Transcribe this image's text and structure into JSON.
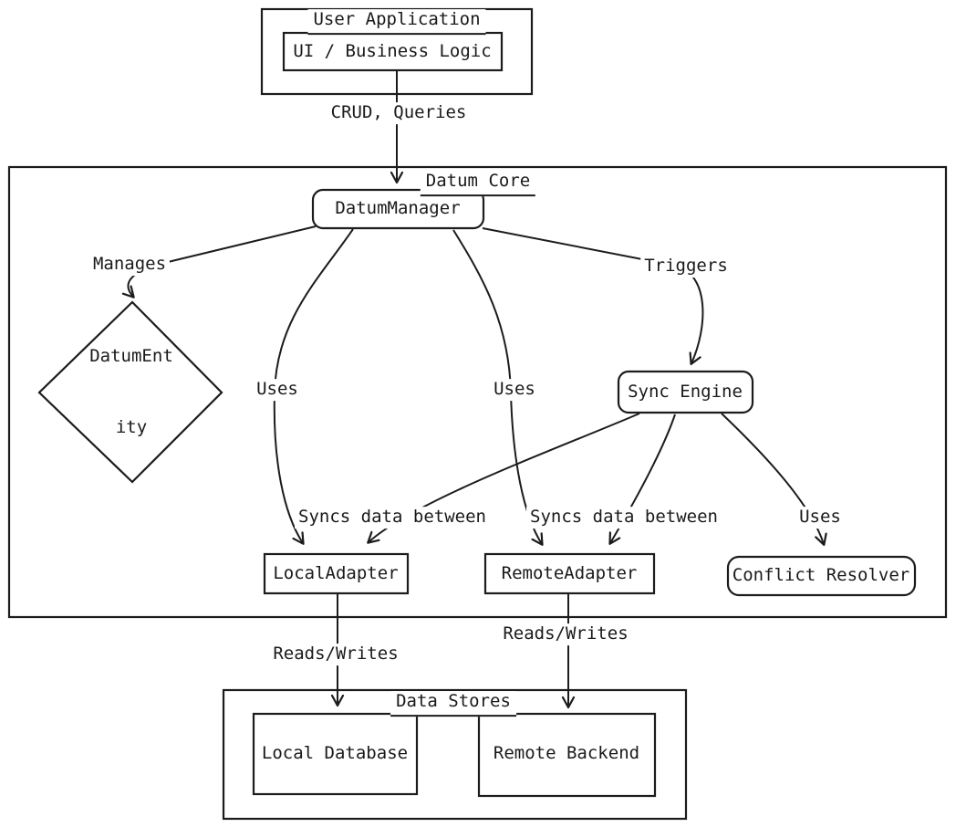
{
  "colors": {
    "stroke": "#1c1c1c",
    "text": "#1a1a1a",
    "node_fill": "#ffffff"
  },
  "containers": {
    "user_application": {
      "title": "User Application"
    },
    "datum_core": {
      "title": "Datum Core"
    },
    "data_stores": {
      "title": "Data Stores"
    }
  },
  "nodes": {
    "ui_business_logic": {
      "label": "UI / Business Logic",
      "shape": "rect"
    },
    "datum_manager": {
      "label": "DatumManager",
      "shape": "rounded"
    },
    "datum_entity": {
      "label": "DatumEntity",
      "line1": "DatumEnt",
      "line2": "ity",
      "shape": "diamond"
    },
    "sync_engine": {
      "label": "Sync Engine",
      "shape": "rounded"
    },
    "local_adapter": {
      "label": "LocalAdapter",
      "shape": "rect"
    },
    "remote_adapter": {
      "label": "RemoteAdapter",
      "shape": "rect"
    },
    "conflict_resolver": {
      "label": "Conflict Resolver",
      "shape": "rounded"
    },
    "local_database": {
      "label": "Local Database",
      "shape": "rect"
    },
    "remote_backend": {
      "label": "Remote Backend",
      "shape": "rect"
    }
  },
  "edges": [
    {
      "from": "ui_business_logic",
      "to": "datum_manager",
      "label": "CRUD, Queries"
    },
    {
      "from": "datum_manager",
      "to": "datum_entity",
      "label": "Manages"
    },
    {
      "from": "datum_manager",
      "to": "local_adapter",
      "label": "Uses"
    },
    {
      "from": "datum_manager",
      "to": "remote_adapter",
      "label": "Uses"
    },
    {
      "from": "datum_manager",
      "to": "sync_engine",
      "label": "Triggers"
    },
    {
      "from": "sync_engine",
      "to": "local_adapter",
      "label": "Syncs data between"
    },
    {
      "from": "sync_engine",
      "to": "remote_adapter",
      "label": "Syncs data between"
    },
    {
      "from": "sync_engine",
      "to": "conflict_resolver",
      "label": "Uses"
    },
    {
      "from": "local_adapter",
      "to": "local_database",
      "label": "Reads/Writes"
    },
    {
      "from": "remote_adapter",
      "to": "remote_backend",
      "label": "Reads/Writes"
    }
  ]
}
